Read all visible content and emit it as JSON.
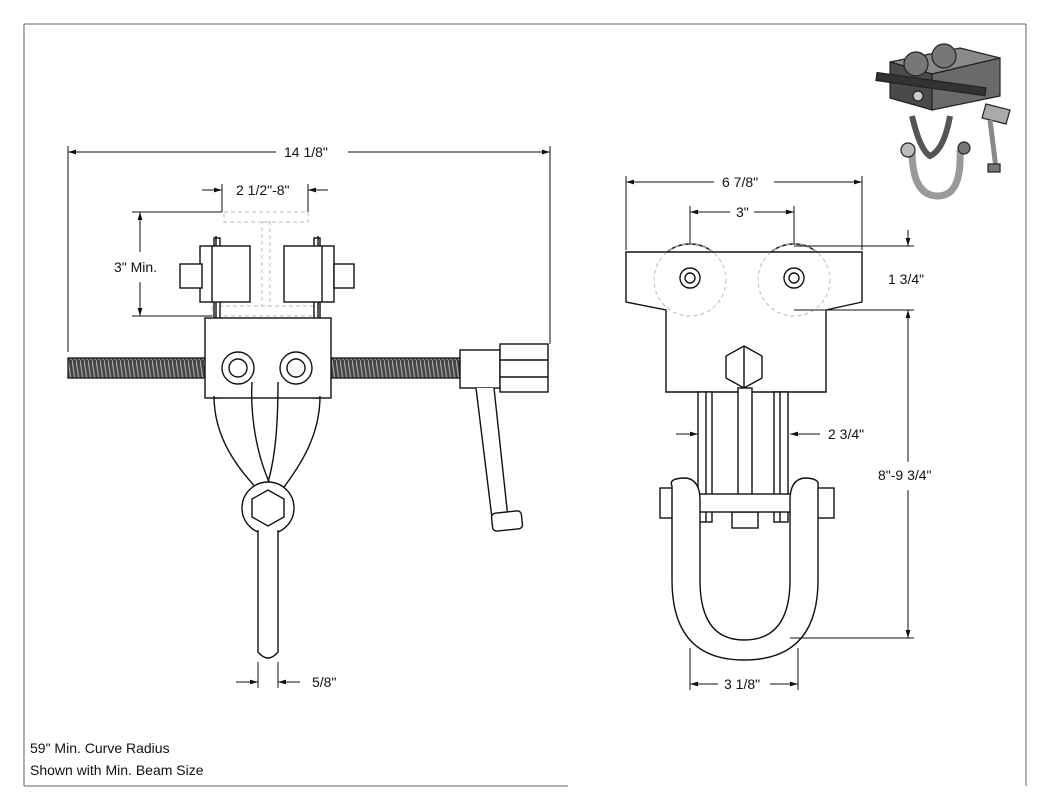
{
  "dimensions": {
    "overall_width": "14 1/8\"",
    "flange_range": "2 1/2\"-8\"",
    "min_depth": "3\" Min.",
    "pin_dia": "5/8\"",
    "side_width": "6 7/8\"",
    "wheel_spacing": "3\"",
    "wheel_height": "1 3/4\"",
    "side_plate": "2 3/4\"",
    "overall_height": "8\"-9 3/4\"",
    "shackle_width": "3 1/8\""
  },
  "notes": {
    "curve_radius": "59\" Min. Curve Radius",
    "beam_size": "Shown with Min. Beam Size"
  },
  "icons": {
    "iso_view": "trolley-isometric-icon"
  }
}
